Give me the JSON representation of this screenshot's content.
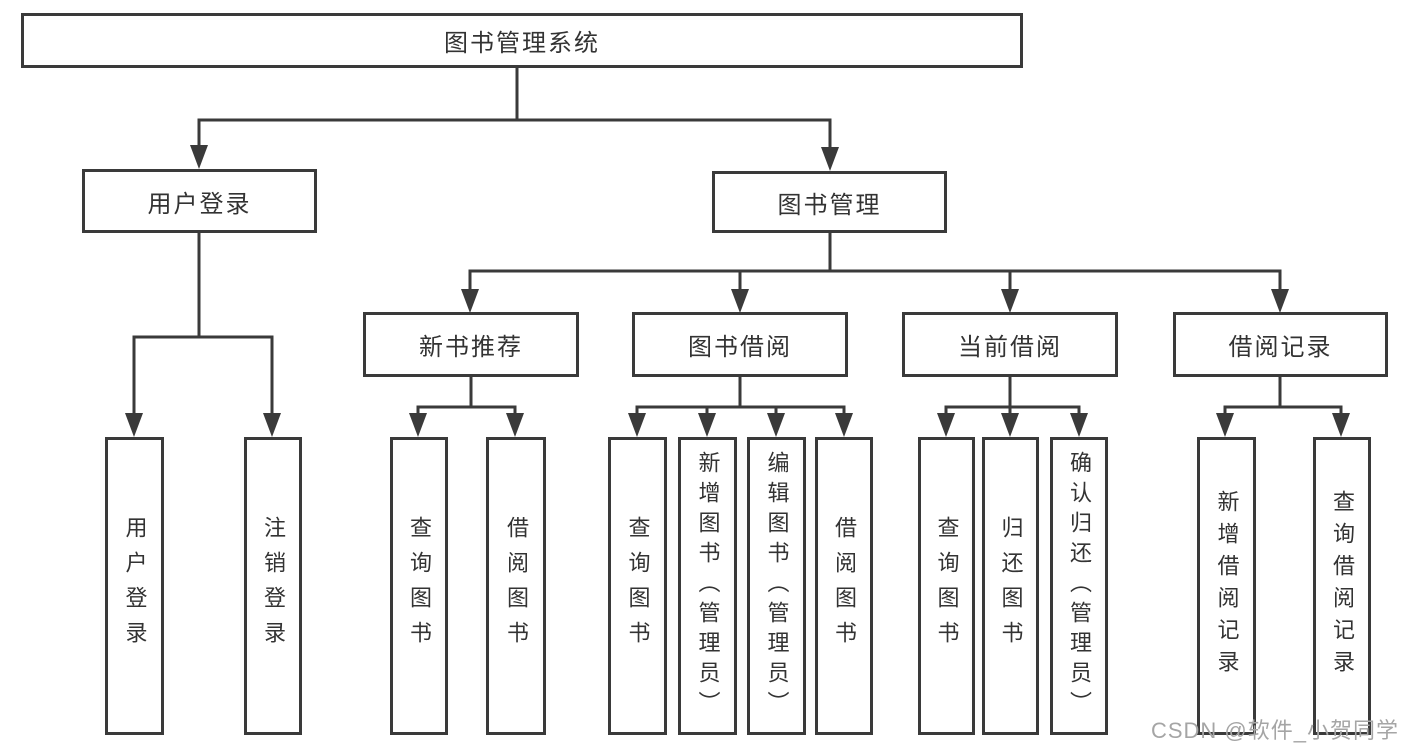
{
  "diagram": {
    "root": "图书管理系统",
    "level2": {
      "user_login": "用户登录",
      "book_management": "图书管理"
    },
    "level3": {
      "new_book_recommend": "新书推荐",
      "book_borrow": "图书借阅",
      "current_borrow": "当前借阅",
      "borrow_records": "借阅记录"
    },
    "level4": {
      "user_login": "用户登录",
      "logout": "注销登录",
      "query_book_under_recommend": "查询图书",
      "borrow_book_under_recommend": "借阅图书",
      "query_book_under_borrow": "查询图书",
      "add_book_admin": "新增图书（管理员）",
      "edit_book_admin": "编辑图书（管理员）",
      "borrow_book_under_borrow": "借阅图书",
      "query_book_under_current": "查询图书",
      "return_book": "归还图书",
      "confirm_return_admin": "确认归还（管理员）",
      "add_borrow_record": "新增借阅记录",
      "query_borrow_record": "查询借阅记录"
    }
  },
  "watermark": "CSDN @软件_小贺同学",
  "colors": {
    "line": "#3a3a3a",
    "text": "#333333",
    "watermark": "#a5a5a5",
    "background": "#ffffff"
  }
}
